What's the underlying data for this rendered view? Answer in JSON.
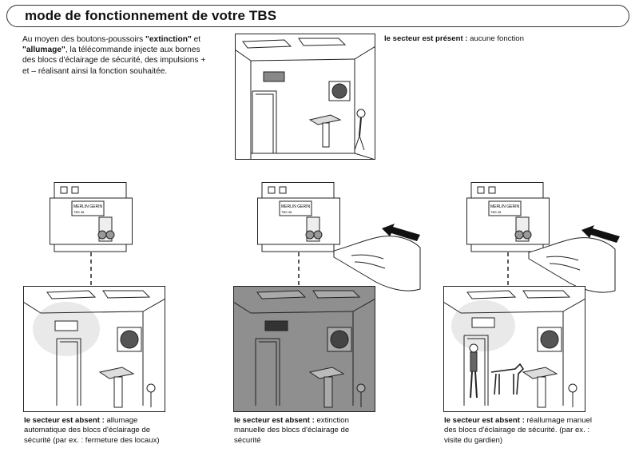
{
  "title": "mode de fonctionnement de votre TBS",
  "intro": {
    "p1": "Au moyen des boutons-poussoirs ",
    "b1": "\"extinction\"",
    "p2": " et ",
    "b2": "\"allumage\"",
    "p3": ", la télécommande injecte aux bornes des blocs d'éclairage de sécurité, des impulsions + et – réalisant ainsi la fonction souhaitée."
  },
  "present": {
    "bold": "le secteur est présent :",
    "text": " aucune fonction"
  },
  "captions": [
    {
      "bold": "le secteur est absent :",
      "text": " allumage automatique des blocs d'éclairage de sécurité (par ex. : fermeture des locaux)"
    },
    {
      "bold": "le secteur est absent :",
      "text": " extinction manuelle des blocs d'éclairage de sécurité"
    },
    {
      "bold": "le secteur est absent :",
      "text": " réallumage manuel des blocs d'éclairage de sécurité. (par ex. : visite du gardien)"
    }
  ],
  "device": {
    "brand": "MERLIN GERIN",
    "model": "TBS 38"
  }
}
